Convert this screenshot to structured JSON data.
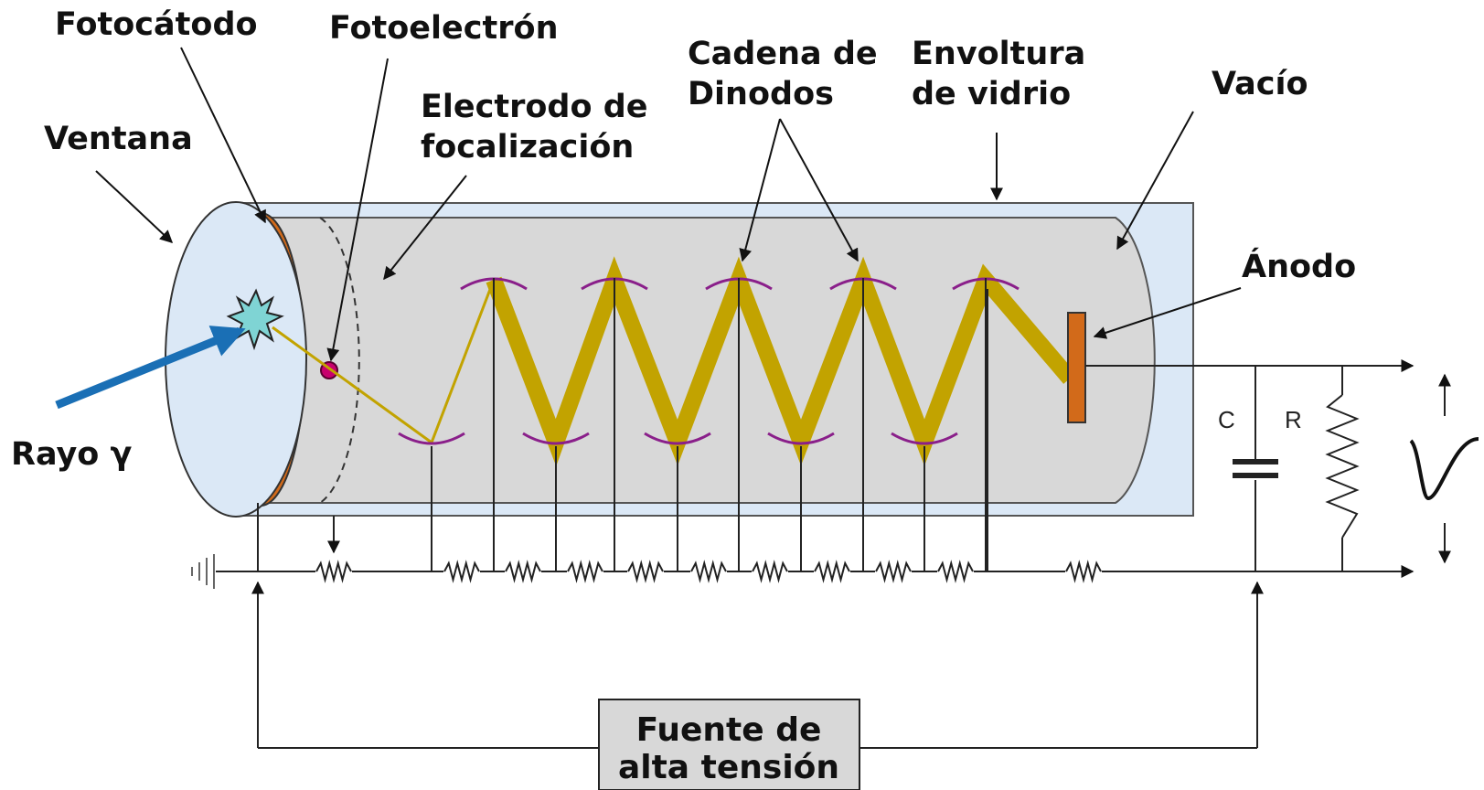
{
  "labels": {
    "fotocatodo": "Fotocátodo",
    "fotoelectron": "Fotoelectrón",
    "ventana": "Ventana",
    "electrodo_line1": "Electrodo de",
    "electrodo_line2": "focalización",
    "cadena_line1": "Cadena de",
    "cadena_line2": "Dinodos",
    "envoltura_line1": "Envoltura",
    "envoltura_line2": "de vidrio",
    "vacio": "Vacío",
    "anodo": "Ánodo",
    "rayo": "Rayo γ",
    "capacitor": "C",
    "resistor": "R",
    "fuente_line1": "Fuente de",
    "fuente_line2": "alta tensión"
  },
  "colors": {
    "glass": "#dbe8f6",
    "tube": "#d8d8d8",
    "photocathode": "#d26a1a",
    "dynode": "#8a1f8a",
    "electron_path": "#c2a300",
    "gamma_arrow": "#1a6fb5",
    "wire": "#222222"
  }
}
